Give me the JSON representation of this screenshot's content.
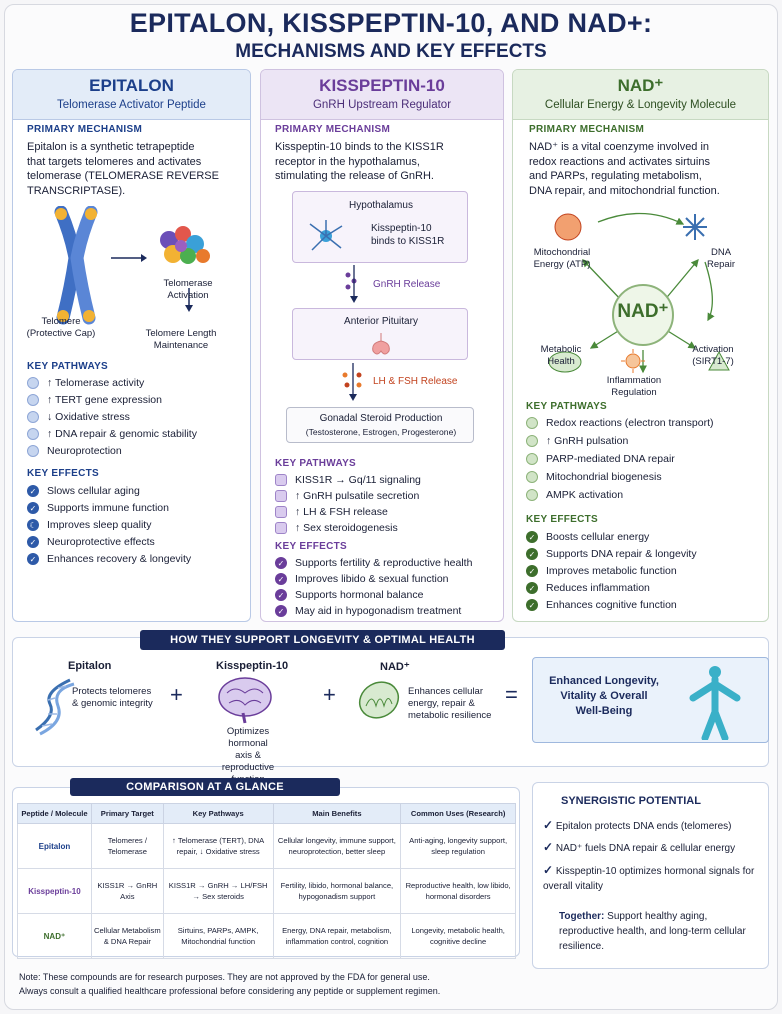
{
  "header": {
    "title": "EPITALON, KISSPEPTIN-10, AND NAD+:",
    "subtitle": "MECHANISMS AND KEY EFFECTS"
  },
  "epitalon": {
    "name": "EPITALON",
    "tagline": "Telomerase Activator Peptide",
    "primary_label": "PRIMARY MECHANISM",
    "primary_text": [
      "Epitalon is a synthetic tetrapeptide",
      "that targets telomeres and activates",
      "telomerase (TELOMERASE REVERSE",
      "TRANSCRIPTASE)."
    ],
    "diagram": {
      "telomere": "Telomere",
      "telomere_sub": "(Protective Cap)",
      "activation": "Telomerase",
      "activation2": "Activation",
      "result": "Telomere Length",
      "result2": "Maintenance"
    },
    "pathways_label": "KEY PATHWAYS",
    "pathways": [
      "↑ Telomerase activity",
      "↑ TERT gene expression",
      "↓ Oxidative stress",
      "↑ DNA repair & genomic stability",
      "Neuroprotection"
    ],
    "effects_label": "KEY EFFECTS",
    "effects": [
      "Slows cellular aging",
      "Supports immune function",
      "Improves sleep quality",
      "Neuroprotective effects",
      "Enhances recovery & longevity"
    ]
  },
  "kisspeptin": {
    "name": "KISSPEPTIN-10",
    "tagline": "GnRH Upstream Regulator",
    "primary_label": "PRIMARY MECHANISM",
    "primary_text": [
      "Kisspeptin-10 binds to the KISS1R",
      "receptor in the hypothalamus,",
      "stimulating the release of GnRH."
    ],
    "diagram": {
      "hypothalamus": "Hypothalamus",
      "binds": "Kisspeptin-10",
      "binds2": "binds to KISS1R",
      "gnrh": "GnRH Release",
      "pituitary": "Anterior Pituitary",
      "lhfsh": "LH & FSH Release",
      "gonadal": "Gonadal Steroid Production",
      "gonadal2": "(Testosterone, Estrogen, Progesterone)"
    },
    "pathways_label": "KEY PATHWAYS",
    "pathways": [
      "KISS1R → Gq/11 signaling",
      "↑ GnRH pulsatile secretion",
      "↑ LH & FSH release",
      "↑ Sex steroidogenesis"
    ],
    "effects_label": "KEY EFFECTS",
    "effects": [
      "Supports fertility & reproductive health",
      "Improves libido & sexual function",
      "Supports hormonal balance",
      "May aid in hypogonadism treatment"
    ]
  },
  "nad": {
    "name": "NAD⁺",
    "tagline": "Cellular Energy & Longevity Molecule",
    "primary_label": "PRIMARY MECHANISM",
    "primary_text": [
      "NAD⁺ is a vital coenzyme involved in",
      "redox reactions and activates sirtuins",
      "and PARPs, regulating metabolism,",
      "DNA repair, and mitochondrial function."
    ],
    "diagram": {
      "center": "NAD⁺",
      "mito": "Mitochondrial",
      "mito2": "Energy (ATP)",
      "dna": "DNA",
      "dna2": "Repair",
      "metab": "Metabolic",
      "metab2": "Health",
      "act": "Activation",
      "act2": "(SIRT1-7)",
      "infl": "Inflammation",
      "infl2": "Regulation"
    },
    "pathways_label": "KEY PATHWAYS",
    "pathways": [
      "Redox reactions (electron transport)",
      "↑ GnRH pulsation",
      "PARP-mediated DNA repair",
      "Mitochondrial biogenesis",
      "AMPK activation"
    ],
    "effects_label": "KEY EFFECTS",
    "effects": [
      "Boosts cellular energy",
      "Supports DNA repair & longevity",
      "Improves metabolic function",
      "Reduces inflammation",
      "Enhances cognitive function"
    ]
  },
  "longevity": {
    "banner": "HOW THEY SUPPORT LONGEVITY & OPTIMAL HEALTH",
    "epitalon": "Epitalon",
    "epitalon_text": [
      "Protects telomeres",
      "& genomic integrity"
    ],
    "kisspeptin": "Kisspeptin-10",
    "kisspeptin_text": [
      "Optimizes hormonal",
      "axis & reproductive",
      "function"
    ],
    "nad": "NAD⁺",
    "nad_text": [
      "Enhances cellular",
      "energy, repair &",
      "metabolic resilience"
    ],
    "plus": "+",
    "equals": "=",
    "result": [
      "Enhanced Longevity,",
      "Vitality & Overall",
      "Well-Being"
    ]
  },
  "comparison": {
    "banner": "COMPARISON AT A GLANCE",
    "headers": [
      "Peptide / Molecule",
      "Primary Target",
      "Key Pathways",
      "Main Benefits",
      "Common Uses (Research)"
    ],
    "rows": [
      [
        "Epitalon",
        "Telomeres / Telomerase",
        "↑ Telomerase (TERT), DNA repair, ↓ Oxidative stress",
        "Cellular longevity, immune support, neuroprotection, better sleep",
        "Anti-aging, longevity support, sleep regulation"
      ],
      [
        "Kisspeptin-10",
        "KISS1R → GnRH Axis",
        "KISS1R → GnRH → LH/FSH → Sex steroids",
        "Fertility, libido, hormonal balance, hypogonadism support",
        "Reproductive health, low libido, hormonal disorders"
      ],
      [
        "NAD⁺",
        "Cellular Metabolism & DNA Repair",
        "Sirtuins, PARPs, AMPK, Mitochondrial function",
        "Energy, DNA repair, metabolism, inflammation control, cognition",
        "Longevity, metabolic health, cognitive decline"
      ]
    ]
  },
  "synergy": {
    "title": "SYNERGISTIC POTENTIAL",
    "items": [
      "Epitalon protects DNA ends (telomeres)",
      "NAD⁺ fuels DNA repair & cellular energy",
      "Kisspeptin-10 optimizes hormonal signals for overall vitality"
    ],
    "together_label": "Together:",
    "together_text": "Support healthy aging, reproductive health, and long-term cellular resilience."
  },
  "note": [
    "Note: These compounds are for research purposes. They are not approved by the FDA for general use.",
    "Always consult a qualified healthcare professional before considering any peptide or supplement regimen."
  ],
  "colors": {
    "navy": "#1b2a5c",
    "blue": "#1c3f8a",
    "purple": "#6a3d9a",
    "green": "#3d6e2c",
    "orange": "#c2431f"
  }
}
